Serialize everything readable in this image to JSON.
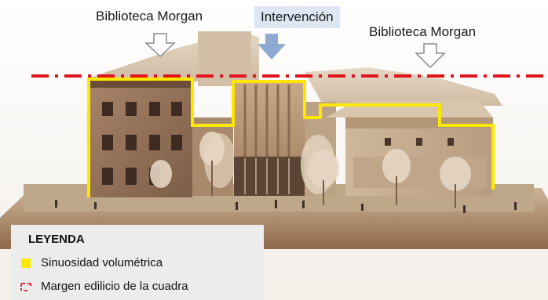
{
  "labels": {
    "left": "Biblioteca Morgan",
    "middle": "Intervención",
    "right": "Biblioteca Morgan"
  },
  "legend": {
    "title": "LEYENDA",
    "items": [
      {
        "label": "Sinuosidad volumétrica",
        "color": "#ffe800"
      },
      {
        "label": "Margen edilicio de la cuadra",
        "color": "#e0141c"
      }
    ]
  },
  "colors": {
    "outline_yellow": "#ffe800",
    "dash_red": "#e0141c",
    "arrow_blue": "#8ea9d2"
  }
}
